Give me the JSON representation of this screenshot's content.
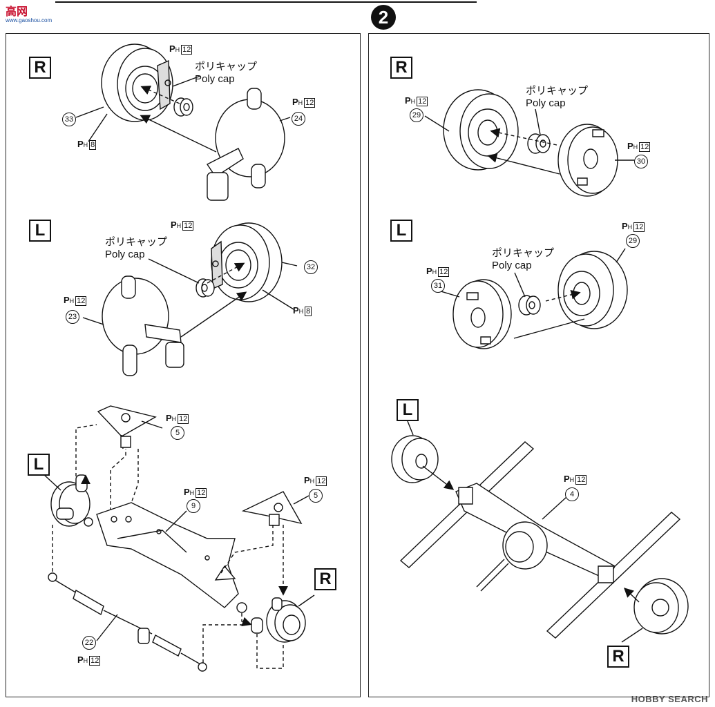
{
  "watermarks": {
    "top_left_glyph": "高",
    "top_left_text": "网",
    "top_left_url": "www.gaoshou.com",
    "bottom_right": "HOBBY SEARCH"
  },
  "step": {
    "number": "2"
  },
  "labels": {
    "poly_cap_jp": "ポリキャップ",
    "poly_cap_en": "Poly cap",
    "ph_prefix_p": "P",
    "ph_prefix_h": "H"
  },
  "left_panel": {
    "section_r": {
      "side": "R",
      "ph_a": "12",
      "ph_b": "12",
      "ph_c": "8",
      "part_33": "33",
      "part_24": "24"
    },
    "section_l": {
      "side": "L",
      "ph_a": "12",
      "ph_b": "12",
      "ph_c": "8",
      "part_32": "32",
      "part_23": "23"
    },
    "section_assembly": {
      "side_l": "L",
      "side_r": "R",
      "ph_5a": "12",
      "ph_5b": "12",
      "ph_9": "12",
      "ph_22": "12",
      "part_5a": "5",
      "part_5b": "5",
      "part_9": "9",
      "part_22": "22"
    }
  },
  "right_panel": {
    "section_r": {
      "side": "R",
      "ph_29": "12",
      "ph_30": "12",
      "part_29": "29",
      "part_30": "30"
    },
    "section_l": {
      "side": "L",
      "ph_31": "12",
      "ph_29": "12",
      "part_31": "31",
      "part_29": "29"
    },
    "section_axle": {
      "side_l": "L",
      "side_r": "R",
      "ph_4": "12",
      "part_4": "4"
    }
  },
  "colors": {
    "line": "#111111",
    "paper": "#ffffff",
    "wm_red": "#c8102e"
  }
}
